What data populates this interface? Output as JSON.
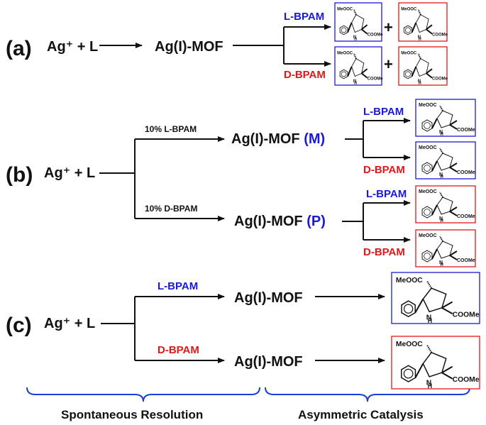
{
  "rows": [
    {
      "id": "a",
      "label": "(a)",
      "reactant": "Ag⁺ + L",
      "mof": "Ag(I)-MOF",
      "upper_catalyst": "L-BPAM",
      "lower_catalyst": "D-BPAM",
      "plus": "+"
    },
    {
      "id": "b",
      "label": "(b)",
      "reactant": "Ag⁺ + L",
      "upper_seed": "10% L-BPAM",
      "lower_seed": "10% D-BPAM",
      "mof_upper": "Ag(I)-MOF",
      "mof_upper_suffix": "(M)",
      "mof_lower": "Ag(I)-MOF",
      "mof_lower_suffix": "(P)",
      "catalysts": [
        "L-BPAM",
        "D-BPAM",
        "L-BPAM",
        "D-BPAM"
      ]
    },
    {
      "id": "c",
      "label": "(c)",
      "reactant": "Ag⁺ + L",
      "upper_seed": "L-BPAM",
      "lower_seed": "D-BPAM",
      "mof_upper": "Ag(I)-MOF",
      "mof_lower": "Ag(I)-MOF"
    }
  ],
  "molecule": {
    "ester_top": "MeOOC",
    "ester_right": "COOMe",
    "nh_n": "N",
    "nh_h": "H"
  },
  "footer": {
    "left": "Spontaneous Resolution",
    "right": "Asymmetric Catalysis"
  },
  "colors": {
    "blue": "#1a1ad6",
    "red": "#e01818",
    "bracket": "#1a3fd6"
  }
}
